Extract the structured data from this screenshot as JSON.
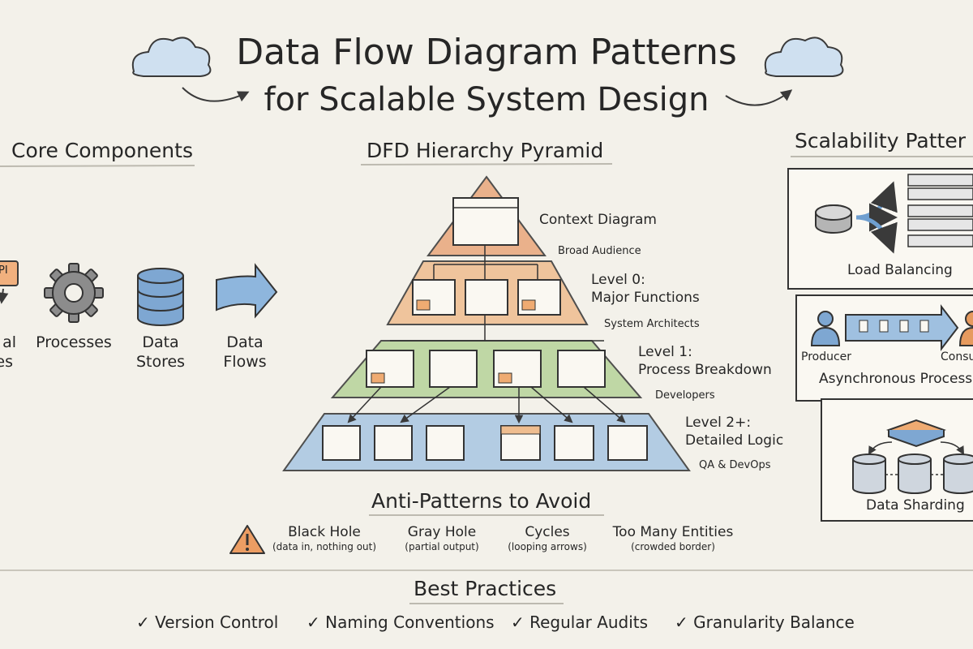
{
  "title": {
    "line1": "Data Flow Diagram Patterns",
    "line2": "for Scalable System Design"
  },
  "core": {
    "heading": "Core Components",
    "api_label": "PI",
    "items": [
      {
        "line1": "al",
        "line2": "es",
        "icon": "external-entity-icon"
      },
      {
        "line1": "Processes",
        "line2": "",
        "icon": "gear-icon"
      },
      {
        "line1": "Data",
        "line2": "Stores",
        "icon": "database-icon"
      },
      {
        "line1": "Data",
        "line2": "Flows",
        "icon": "arrow-right-icon"
      }
    ]
  },
  "pyramid": {
    "heading": "DFD Hierarchy Pyramid",
    "levels": [
      {
        "title": "Context Diagram",
        "title2": "",
        "audience": "Broad Audience",
        "color": "#e9a77b"
      },
      {
        "title": "Level 0:",
        "title2": "Major Functions",
        "audience": "System Architects",
        "color": "#efbd8f"
      },
      {
        "title": "Level 1:",
        "title2": "Process Breakdown",
        "audience": "Developers",
        "color": "#b7d39a"
      },
      {
        "title": "Level 2+:",
        "title2": "Detailed Logic",
        "audience": "QA & DevOps",
        "color": "#a9c6e2"
      }
    ]
  },
  "scalability": {
    "heading": "Scalability Patter",
    "panels": [
      {
        "label": "Load Balancing"
      },
      {
        "label": "Asynchronous Processin",
        "producer": "Producer",
        "consumer": "Consu"
      },
      {
        "label": "Data Sharding"
      }
    ]
  },
  "antipatterns": {
    "heading": "Anti-Patterns to Avoid",
    "items": [
      {
        "name": "Black Hole",
        "desc": "(data in, nothing out)"
      },
      {
        "name": "Gray Hole",
        "desc": "(partial output)"
      },
      {
        "name": "Cycles",
        "desc": "(looping arrows)"
      },
      {
        "name": "Too Many Entities",
        "desc": "(crowded border)"
      }
    ]
  },
  "best_practices": {
    "heading": "Best Practices",
    "check": "✓",
    "items": [
      "Version Control",
      "Naming Conventions",
      "Regular Audits",
      "Granularity Balance"
    ]
  },
  "colors": {
    "ink": "#2b2b2b",
    "orange": "#e8a06e",
    "green": "#b7d39a",
    "blue": "#9fc0e0",
    "panel": "#faf8f2"
  }
}
